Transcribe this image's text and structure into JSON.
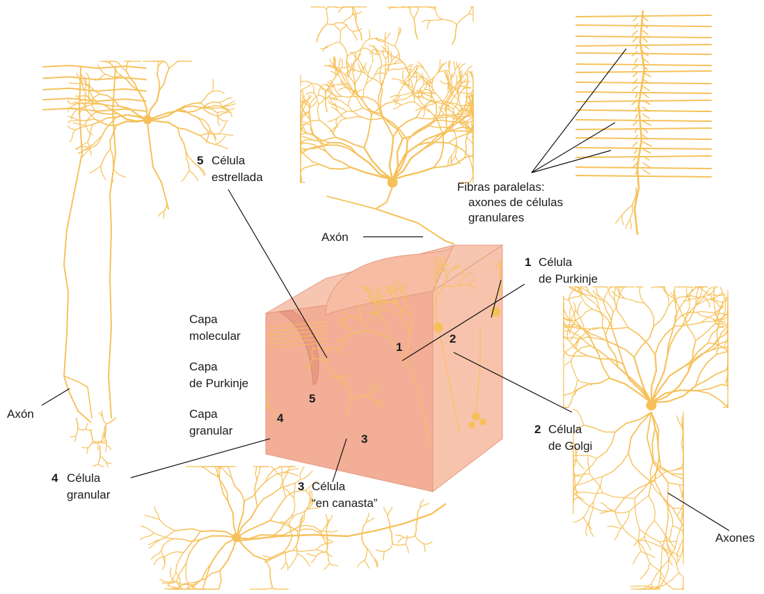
{
  "colors": {
    "neuron": "#f6c15b",
    "block_front": "#f2ae96",
    "block_side": "#f8c3ad",
    "block_top": "#f6c6b0",
    "leader": "#111111",
    "text": "#1a1a1a"
  },
  "labels": {
    "purkinje": {
      "num": "1",
      "line1": "Célula",
      "line2": "de Purkinje"
    },
    "golgi": {
      "num": "2",
      "line1": "Célula",
      "line2": "de Golgi"
    },
    "basket": {
      "num": "3",
      "line1": "Célula",
      "line2": "“en canasta”"
    },
    "granule": {
      "num": "4",
      "line1": "Célula",
      "line2": "granular"
    },
    "stellate": {
      "num": "5",
      "line1": "Célula",
      "line2": "estrellada"
    },
    "parallel": {
      "line1": "Fibras paralelas:",
      "line2": "axones de células",
      "line3": "granulares"
    },
    "axon_top": "Axón",
    "axon_left": "Axón",
    "axons_right": "Axones",
    "layer_molecular": {
      "line1": "Capa",
      "line2": "molecular"
    },
    "layer_purkinje": {
      "line1": "Capa",
      "line2": "de Purkinje"
    },
    "layer_granular": {
      "line1": "Capa",
      "line2": "granular"
    },
    "block_markers": {
      "m1": "1",
      "m2": "2",
      "m3": "3",
      "m4": "4",
      "m5": "5"
    }
  }
}
